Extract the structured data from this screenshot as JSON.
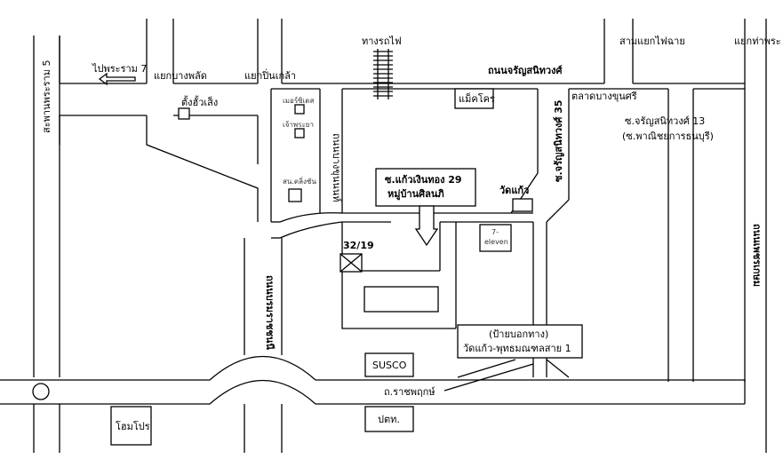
{
  "map": {
    "roads": {
      "rama5": "สะพานพระราม 5",
      "to_rama7": "ไปพระราม 7",
      "bang_phlat_intersection": "แยกบางพลัด",
      "pin_klao_intersection": "แยกปิ่นเกล้า",
      "railway": "ทางรถไฟ",
      "sam_yaek_fai_chai": "สามแยกไฟฉาย",
      "tha_phra_intersection": "แยกท่าพระ",
      "charan_sanitwong": "ถนนจรัญสนิทวงศ์",
      "bang_khun_non": "ตลาดบางขุนศรี",
      "soi_charan_35": "ซ.จรัญสนิทวงศ์ 35",
      "soi_charan_13": "ซ.จรัญสนิทวงศ์ 13",
      "soi_phanitchayakan": "(ซ.พาณิชยการธนบุรี)",
      "ratchaphruek_side": "ถนนบางขุนนนท์",
      "borommaratchachonnani": "ถนนบรมราชชนนี",
      "phet_kasem": "ถนนเพชรเกษม",
      "ratchaphruek": "ถ.ราชพฤกษ์"
    },
    "places": {
      "tang_hua_seng": "ตั้งฮั้วเส็ง",
      "makro": "แม็คโคร",
      "wat_kaeo": "วัดแก้ว",
      "susco": "SUSCO",
      "ptt": "ปตท.",
      "home_pro": "โฮมโปร",
      "seven_eleven_line1": "7-",
      "seven_eleven_line2": "eleven",
      "small_1": "เมอร์ซิเดส",
      "small_2": "เจ้าพระยา",
      "small_3": "สน.ตลิ่งชัน"
    },
    "destination": {
      "line1": "ซ.แก้วเงินทอง 29",
      "line2": "หมู่บ้านศิลนภิ",
      "house_no": "32/19"
    },
    "sign": {
      "line1": "(ป้ายบอกทาง)",
      "line2": "วัดแก้ว-พุทธมณฑลสาย 1"
    },
    "colors": {
      "stroke": "#000000",
      "background": "#ffffff"
    }
  }
}
